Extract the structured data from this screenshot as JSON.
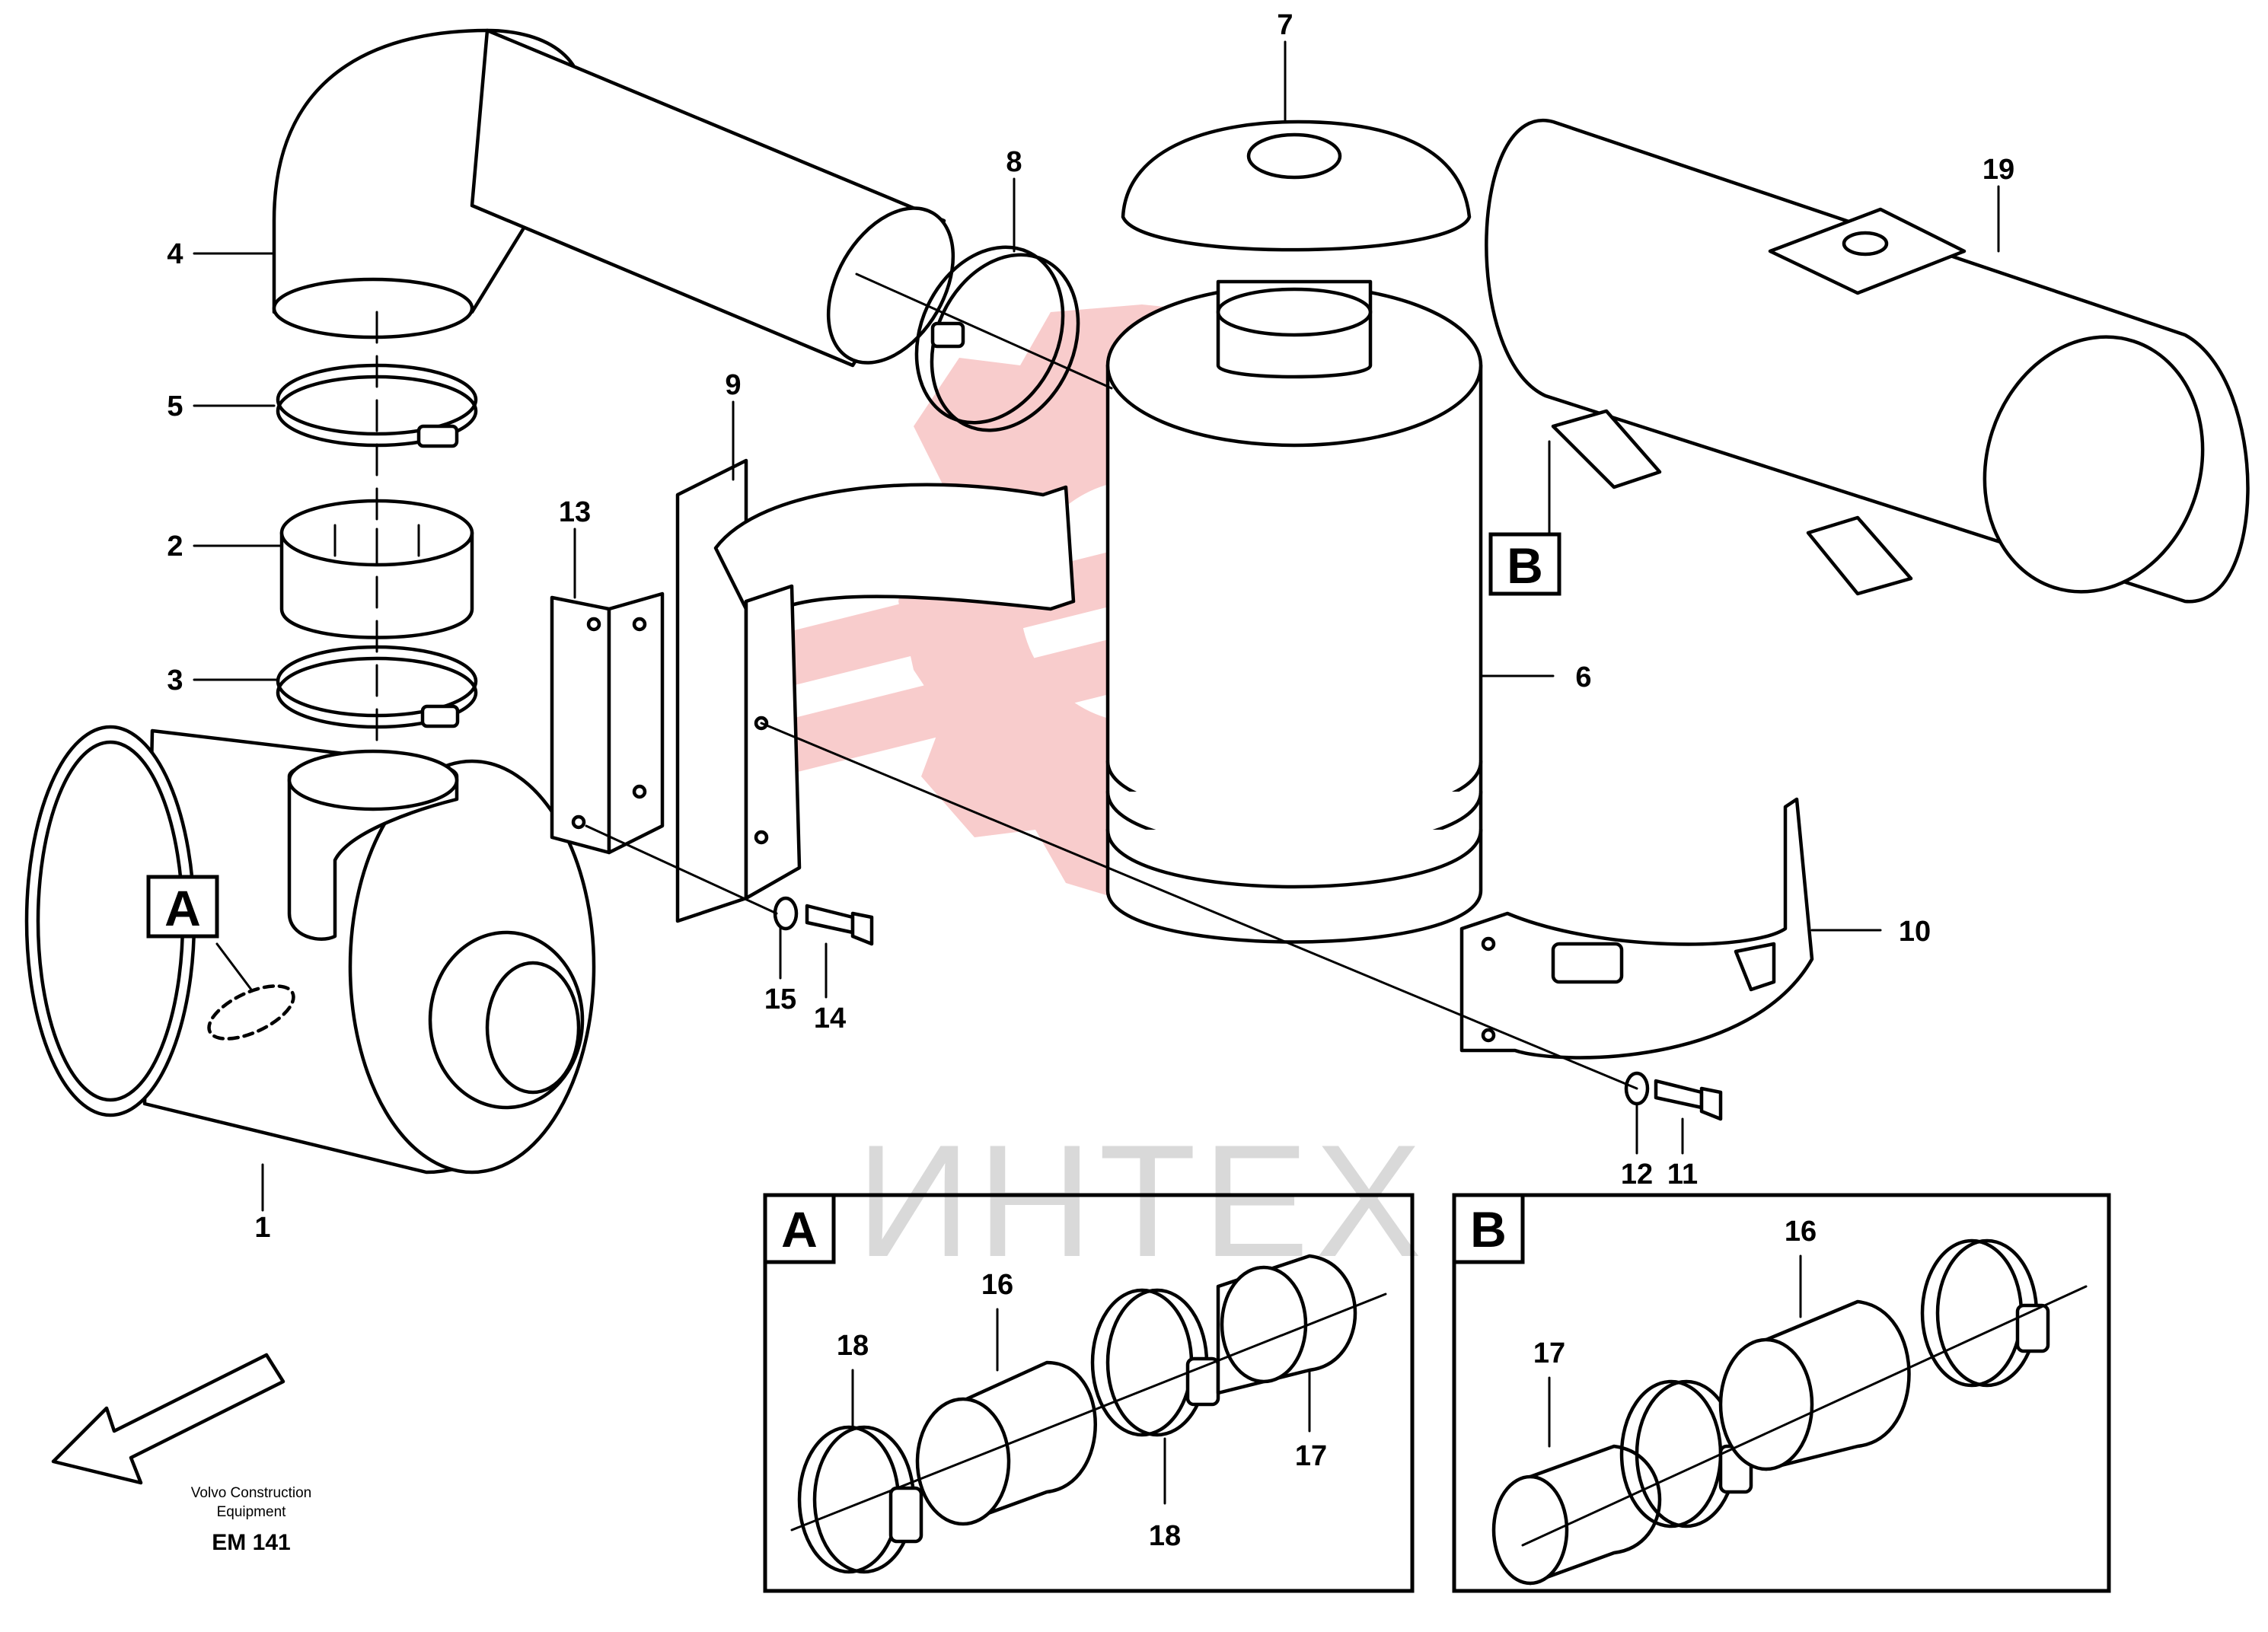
{
  "watermark": {
    "text": "ИНТЕХ",
    "logo_color": "#f7c3c3",
    "text_color": "#d9d9d9"
  },
  "callouts": {
    "c1": "1",
    "c2": "2",
    "c3": "3",
    "c4": "4",
    "c5": "5",
    "c6": "6",
    "c7": "7",
    "c8": "8",
    "c9": "9",
    "c10": "10",
    "c11": "11",
    "c12": "12",
    "c13": "13",
    "c14": "14",
    "c15": "15",
    "c19": "19"
  },
  "markers": {
    "a": "A",
    "b": "B"
  },
  "detail_a": {
    "letter": "A",
    "labels": {
      "l16": "16",
      "l17": "17",
      "l18a": "18",
      "l18b": "18"
    }
  },
  "detail_b": {
    "letter": "B",
    "labels": {
      "l16": "16",
      "l17": "17"
    }
  },
  "footer": {
    "line1": "Volvo Construction",
    "line2": "Equipment",
    "code": "EM 141"
  },
  "colors": {
    "ink": "#000000",
    "background": "#ffffff"
  }
}
